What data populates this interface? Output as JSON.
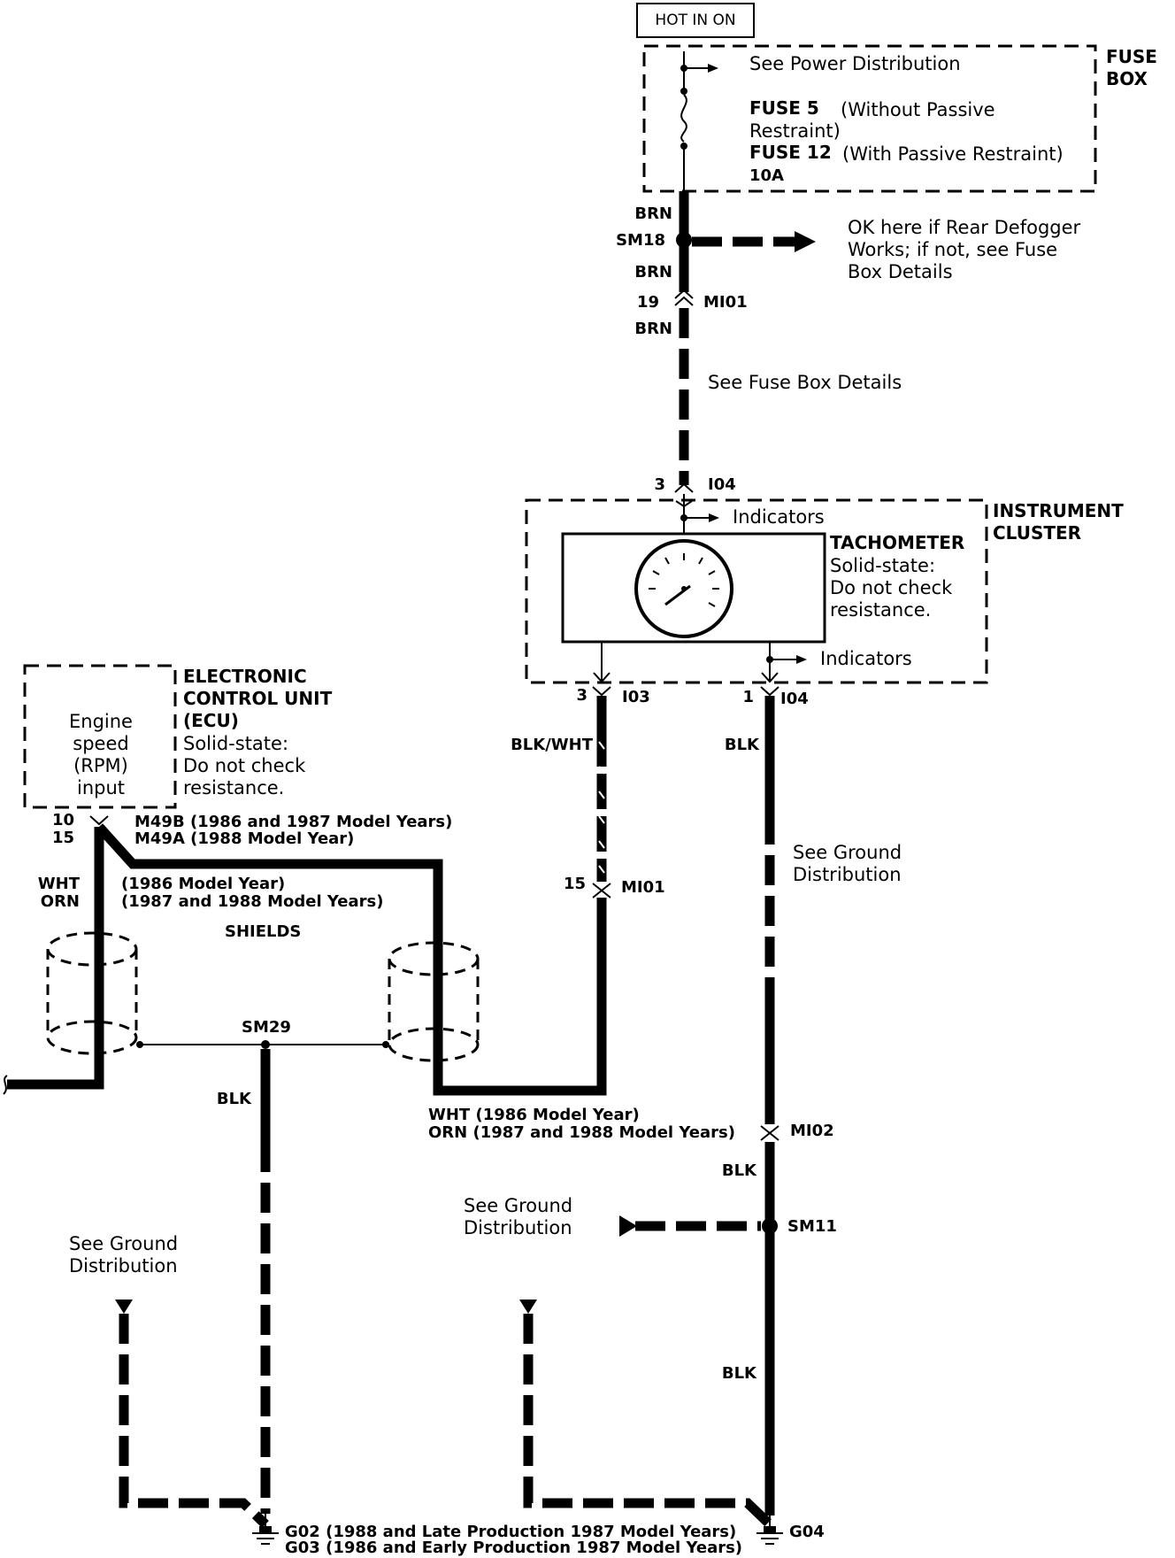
{
  "labels": {
    "hot_in_on": "HOT IN ON",
    "fuse_box_1": "FUSE",
    "fuse_box_2": "BOX",
    "see_power_distribution": "See Power Distribution",
    "fuse5": "FUSE 5",
    "fuse5_desc": "(Without Passive",
    "fuse5_desc2": "Restraint)",
    "fuse12": "FUSE 12",
    "fuse12_desc": "(With Passive Restraint)",
    "fuse_rating": "10A",
    "brn_1": "BRN",
    "sm18": "SM18",
    "ok_here_1": "OK here if Rear Defogger",
    "ok_here_2": "Works; if not, see Fuse",
    "ok_here_3": "Box Details",
    "brn_2": "BRN",
    "pin_19": "19",
    "mi01_top": "MI01",
    "brn_3": "BRN",
    "see_fuse_box_details": "See Fuse Box Details",
    "pin_3_top": "3",
    "i04_top": "I04",
    "indicators_top": "Indicators",
    "instrument_1": "INSTRUMENT",
    "instrument_2": "CLUSTER",
    "tachometer": "TACHOMETER",
    "tach_desc_1": "Solid-state:",
    "tach_desc_2": "Do not check",
    "tach_desc_3": "resistance.",
    "indicators_bottom": "Indicators",
    "pin_3_bottom": "3",
    "i03": "I03",
    "pin_1": "1",
    "i04_bottom": "I04",
    "ecu_1": "ELECTRONIC",
    "ecu_2": "CONTROL UNIT",
    "ecu_3": "(ECU)",
    "ecu_desc_1": "Solid-state:",
    "ecu_desc_2": "Do not check",
    "ecu_desc_3": "resistance.",
    "engine_1": "Engine",
    "engine_2": "speed",
    "engine_3": "(RPM)",
    "engine_4": "input",
    "pin_10": "10",
    "pin_15_ecu": "15",
    "m49b": "M49B (1986 and 1987 Model Years)",
    "m49a": "M49A (1988  Model Year)",
    "blk_wht": "BLK/WHT",
    "blk_right_1": "BLK",
    "see_ground_right_1": "See Ground",
    "see_ground_right_2": "Distribution",
    "wht": "WHT",
    "orn": "ORN",
    "year_1986": "(1986 Model Year)",
    "year_1987_88": "(1987 and 1988  Model Years)",
    "shields": "SHIELDS",
    "pin_15_mi01": "15",
    "mi01_mid": "MI01",
    "sm29": "SM29",
    "blk_left": "BLK",
    "wht_bottom": "WHT (1986 Model Year)",
    "orn_bottom": "ORN (1987 and 1988 Model Years)",
    "mi02": "MI02",
    "blk_right_2": "BLK",
    "see_ground_mid_1": "See Ground",
    "see_ground_mid_2": "Distribution",
    "sm11": "SM11",
    "see_ground_left_1": "See Ground",
    "see_ground_left_2": "Distribution",
    "blk_right_3": "BLK",
    "g02": "G02 (1988 and Late Production 1987 Model Years)",
    "g03": "G03 (1986 and Early Production 1987 Model Years)",
    "g04": "G04"
  }
}
